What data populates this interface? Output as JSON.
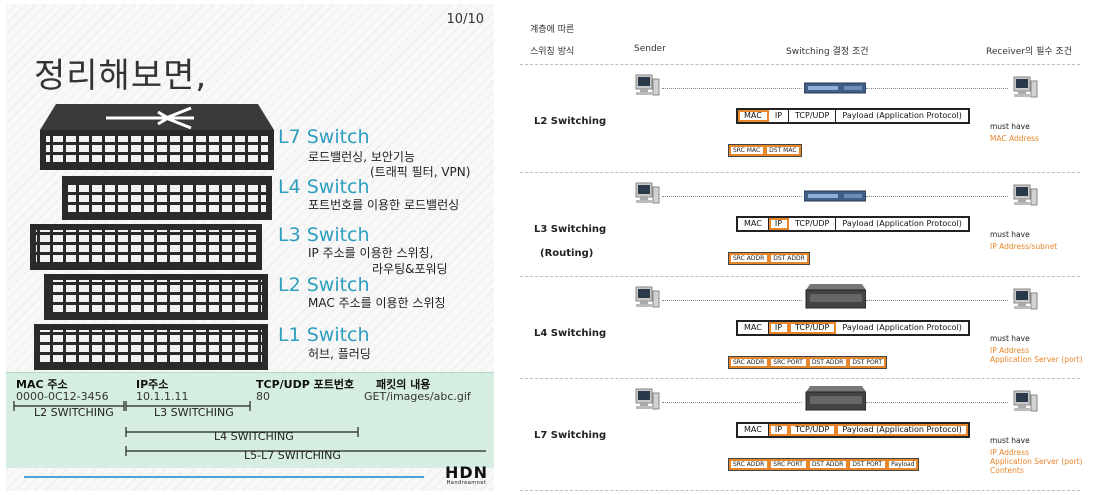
{
  "slide": {
    "page_number": "10/10",
    "title": "정리해보면,",
    "layers": [
      {
        "name": "L7 Switch",
        "desc": [
          "로드밸런싱, 보안기능",
          "(트래픽 필터, VPN)"
        ]
      },
      {
        "name": "L4 Switch",
        "desc": [
          "포트번호를 이용한 로드밸런싱"
        ]
      },
      {
        "name": "L3 Switch",
        "desc": [
          "IP 주소를 이용한 스위칭,",
          "라우팅&포워딩"
        ]
      },
      {
        "name": "L2 Switch",
        "desc": [
          "MAC 주소를 이용한 스위칭"
        ]
      },
      {
        "name": "L1 Switch",
        "desc": [
          "허브, 플러딩"
        ]
      }
    ],
    "columns": [
      {
        "head": "MAC 주소",
        "value": "0000-0C12-3456"
      },
      {
        "head": "IP주소",
        "value": "10.1.1.11"
      },
      {
        "head": "TCP/UDP 포트번호",
        "value": "80"
      },
      {
        "head": "패킷의 내용",
        "value": "GET/images/abc.gif"
      }
    ],
    "ranges": [
      "L2 SWITCHING",
      "L3 SWITCHING",
      "L4 SWITCHING",
      "L5-L7 SWITCHING"
    ],
    "logo": {
      "main": "HDN",
      "sub": "Handreamnet"
    }
  },
  "table": {
    "headers": {
      "col1_line1": "계층에 따른",
      "col1_line2": "스위칭 방식",
      "sender": "Sender",
      "condition": "Switching 결정 조건",
      "receiver": "Receiver의 필수 조건"
    },
    "rows": [
      {
        "label": "L2 Switching",
        "label2": "",
        "packet": [
          "MAC",
          "IP",
          "TCP/UDP",
          "Payload (Application Protocol)"
        ],
        "packet_highlight": [
          0
        ],
        "sub": [
          "SRC MAC",
          "DST MAC"
        ],
        "must": "must have",
        "req": [
          "MAC Address"
        ]
      },
      {
        "label": "L3 Switching",
        "label2": "(Routing)",
        "packet": [
          "MAC",
          "IP",
          "TCP/UDP",
          "Payload (Application Protocol)"
        ],
        "packet_highlight": [
          1
        ],
        "sub": [
          "SRC ADDR",
          "DST ADDR"
        ],
        "must": "must have",
        "req": [
          "IP Address/subnet"
        ]
      },
      {
        "label": "L4 Switching",
        "label2": "",
        "packet": [
          "MAC",
          "IP",
          "TCP/UDP",
          "Payload (Application Protocol)"
        ],
        "packet_highlight": [
          1,
          2
        ],
        "sub": [
          "SRC ADDR",
          "SRC PORT",
          "DST ADDR",
          "DST PORT"
        ],
        "must": "must have",
        "req": [
          "IP Address",
          "Application Server (port)"
        ]
      },
      {
        "label": "L7 Switching",
        "label2": "",
        "packet": [
          "MAC",
          "IP",
          "TCP/UDP",
          "Payload (Application Protocol)"
        ],
        "packet_highlight": [
          1,
          2,
          3
        ],
        "sub": [
          "SRC ADDR",
          "SRC PORT",
          "DST ADDR",
          "DST PORT",
          "Payload"
        ],
        "must": "must have",
        "req": [
          "IP Address",
          "Application Server (port)",
          "Contents"
        ]
      }
    ]
  },
  "colors": {
    "accent_blue": "#2e9ec0",
    "highlight_orange": "#e8862c",
    "band_green": "#d6eee1"
  }
}
